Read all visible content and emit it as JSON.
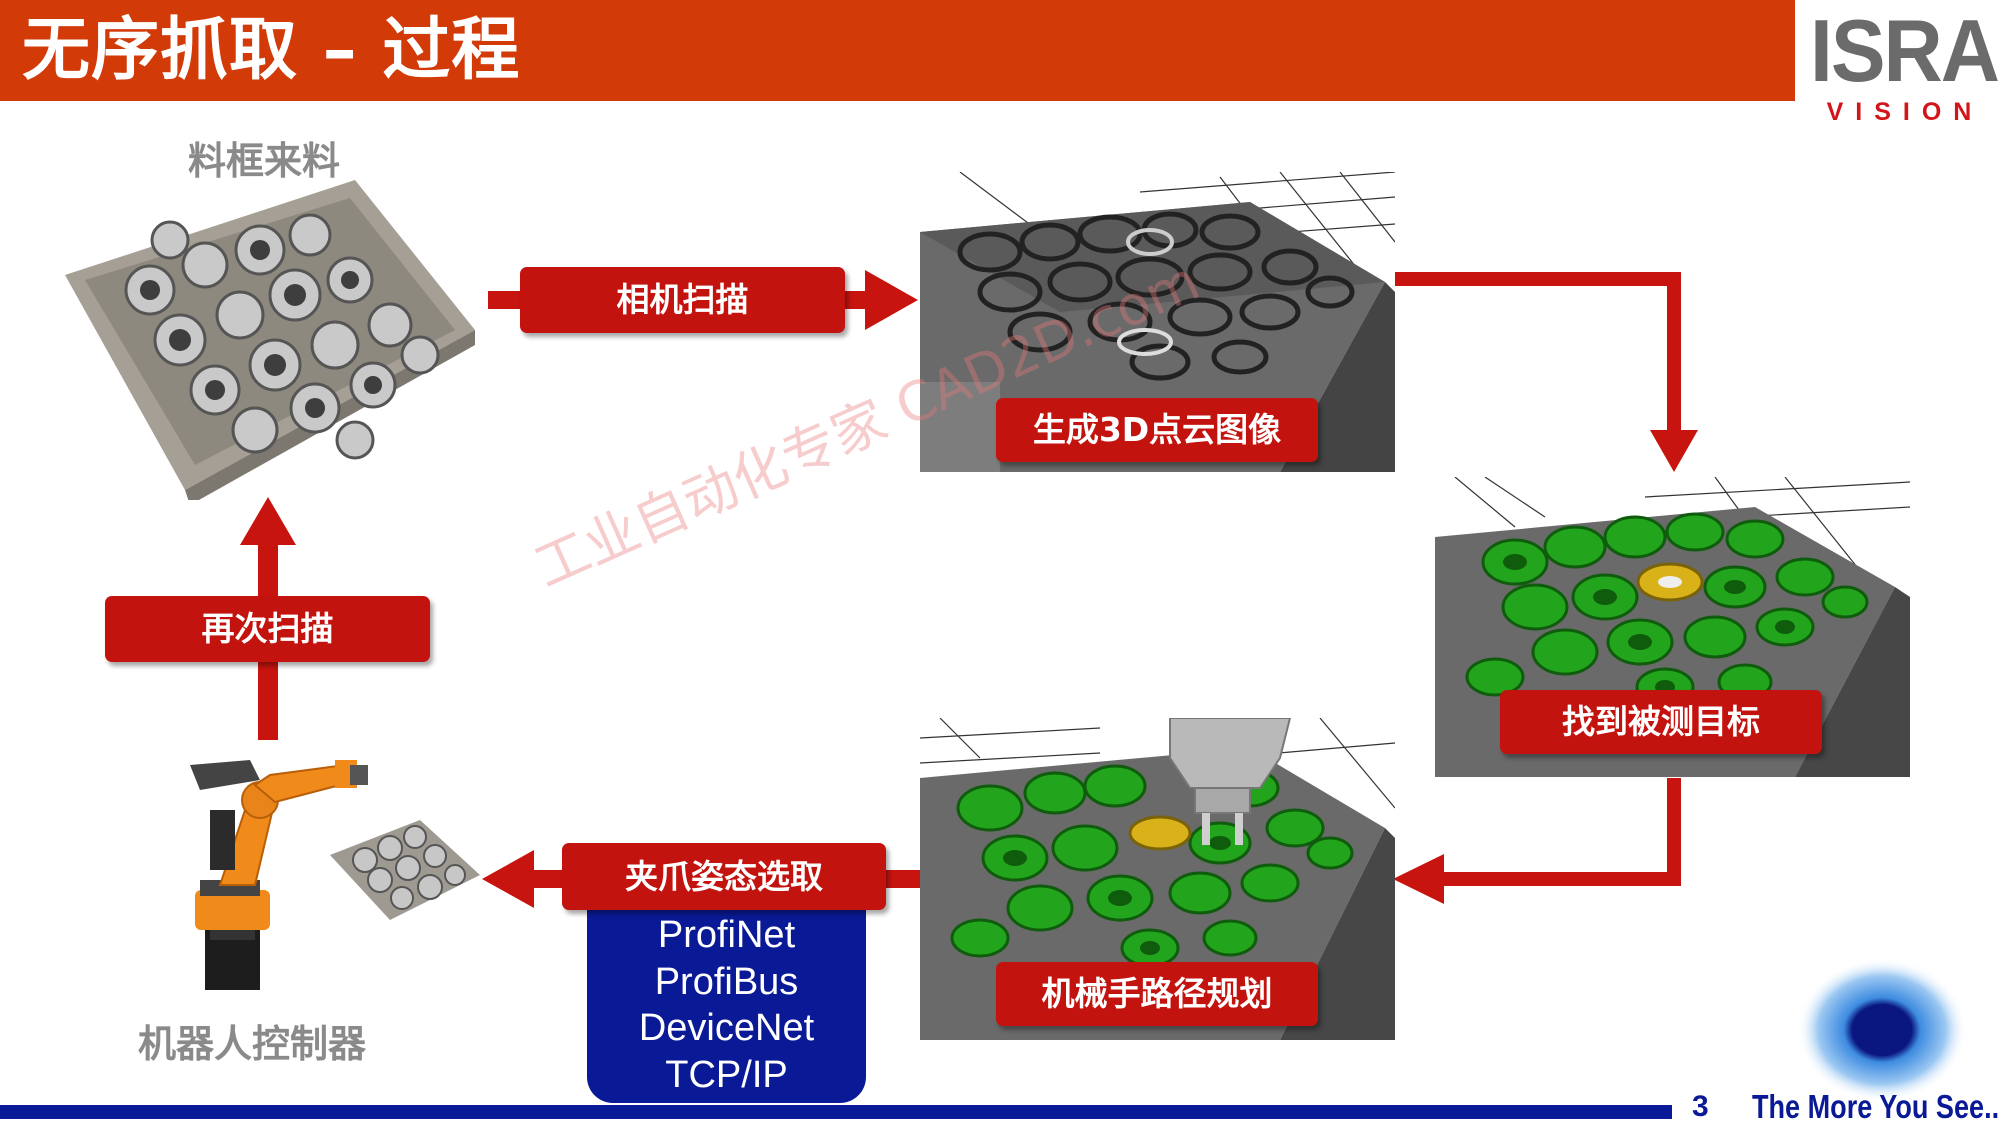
{
  "header": {
    "title": "无序抓取 – 过程",
    "logo_word": "ISRA",
    "logo_sub": "VISION"
  },
  "captions": {
    "bin_input": "料框来料",
    "robot_controller": "机器人控制器"
  },
  "steps": {
    "camera_scan": "相机扫描",
    "generate_point_cloud": "生成3D点云图像",
    "find_target": "找到被测目标",
    "robot_path_planning": "机械手路径规划",
    "gripper_pose_selection": "夹爪姿态选取",
    "rescan": "再次扫描"
  },
  "protocols": [
    "ProfiNet",
    "ProfiBus",
    "DeviceNet",
    "TCP/IP"
  ],
  "watermark": "工业自动化专家 CAD2D.com",
  "footer": {
    "page_number": "3",
    "tagline": "The More You See..."
  },
  "colors": {
    "header_red": "#d23a08",
    "label_red": "#c3130f",
    "arrow_red": "#c8140f",
    "brand_blue": "#0a1a96",
    "detected_green": "#22a51c"
  }
}
